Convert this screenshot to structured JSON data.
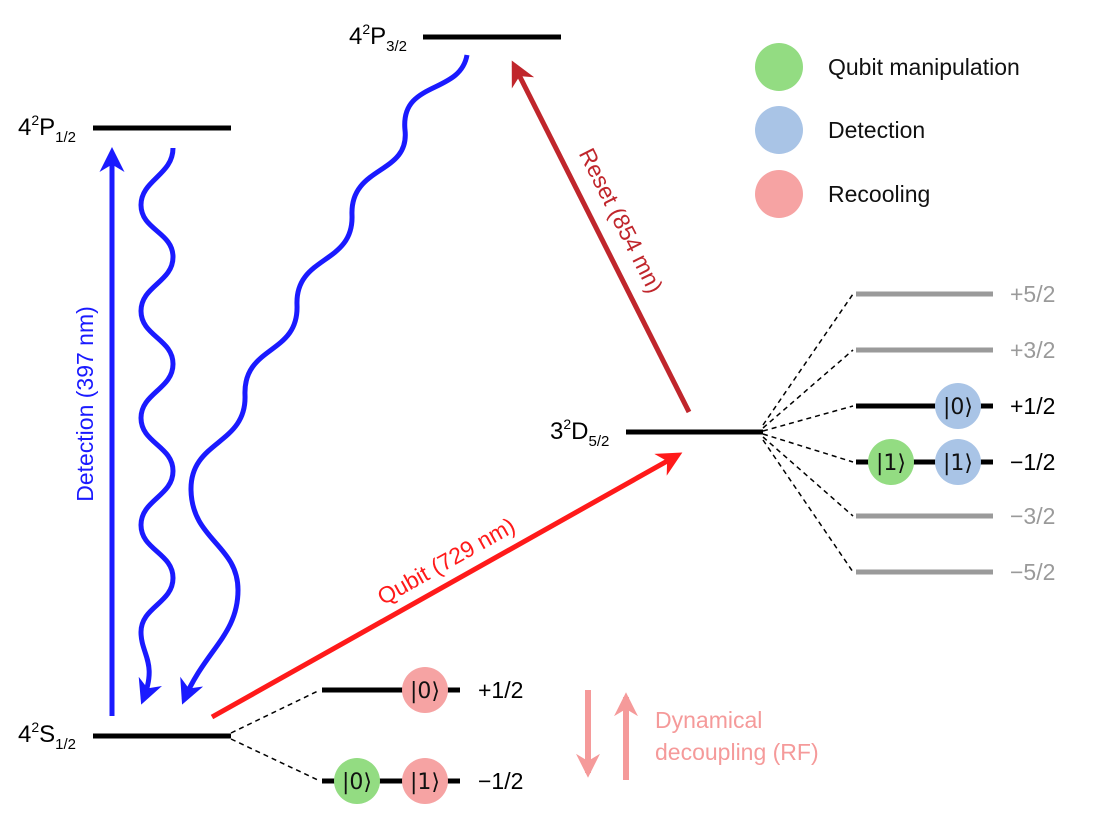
{
  "levels": {
    "p32": {
      "base": "4",
      "sup": "2",
      "main": "P",
      "sub": "3/2"
    },
    "p12": {
      "base": "4",
      "sup": "2",
      "main": "P",
      "sub": "1/2"
    },
    "s12": {
      "base": "4",
      "sup": "2",
      "main": "S",
      "sub": "1/2"
    },
    "d52": {
      "base": "3",
      "sup": "2",
      "main": "D",
      "sub": "5/2"
    }
  },
  "transitions": {
    "detection": "Detection (397 nm)",
    "reset": "Reset (854 mn)",
    "qubit": "Qubit (729 nm)"
  },
  "legend": [
    {
      "label": "Qubit manipulation",
      "color": "#93dc82"
    },
    {
      "label": "Detection",
      "color": "#a9c4e6"
    },
    {
      "label": "Recooling",
      "color": "#f6a3a3"
    }
  ],
  "d_sublevels": [
    "+5/2",
    "+3/2",
    "+1/2",
    "−1/2",
    "−3/2",
    "−5/2"
  ],
  "s_sublevels": [
    "+1/2",
    "−1/2"
  ],
  "kets": {
    "zero": "|0⟩",
    "one": "|1⟩"
  },
  "rf": {
    "line1": "Dynamical",
    "line2": "decoupling (RF)"
  },
  "colors": {
    "blue": "#1a1aff",
    "red": "#ff1a1a",
    "darkred": "#c0262c",
    "rf_pink": "#f59a9a",
    "gray": "#9a9a9a"
  }
}
